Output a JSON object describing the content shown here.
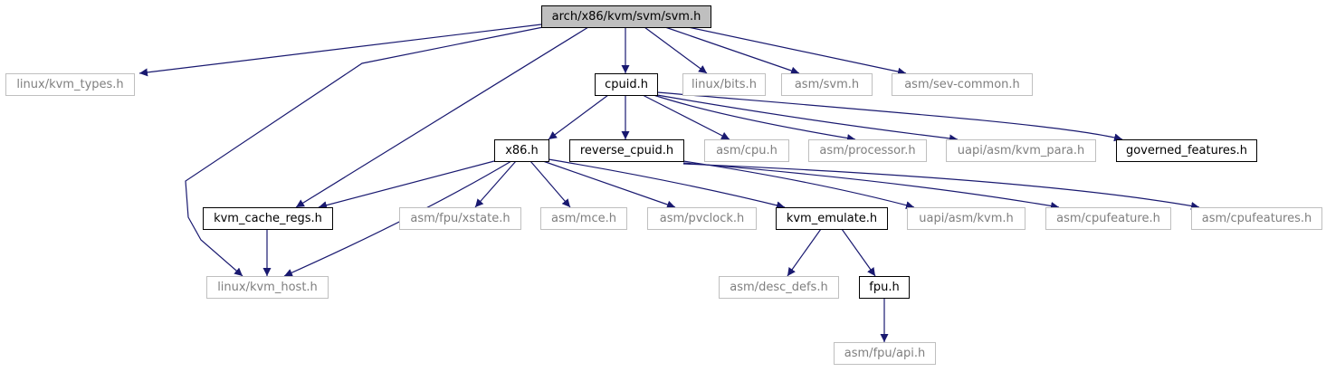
{
  "colors": {
    "edge": "#191970",
    "root_fill": "#bfbfbf",
    "documented_border": "#000000",
    "external_border": "#bfbfbf",
    "external_text": "#7f7f7f"
  },
  "nodes": [
    {
      "id": "svm_h",
      "label": "arch/x86/kvm/svm/svm.h",
      "kind": "root"
    },
    {
      "id": "linux_kvm_types_h",
      "label": "linux/kvm_types.h",
      "kind": "external"
    },
    {
      "id": "cpuid_h",
      "label": "cpuid.h",
      "kind": "documented"
    },
    {
      "id": "linux_bits_h",
      "label": "linux/bits.h",
      "kind": "external"
    },
    {
      "id": "asm_svm_h",
      "label": "asm/svm.h",
      "kind": "external"
    },
    {
      "id": "asm_sev_common_h",
      "label": "asm/sev-common.h",
      "kind": "external"
    },
    {
      "id": "x86_h",
      "label": "x86.h",
      "kind": "documented"
    },
    {
      "id": "reverse_cpuid_h",
      "label": "reverse_cpuid.h",
      "kind": "documented"
    },
    {
      "id": "asm_cpu_h",
      "label": "asm/cpu.h",
      "kind": "external"
    },
    {
      "id": "asm_processor_h",
      "label": "asm/processor.h",
      "kind": "external"
    },
    {
      "id": "uapi_asm_kvm_para_h",
      "label": "uapi/asm/kvm_para.h",
      "kind": "external"
    },
    {
      "id": "governed_features_h",
      "label": "governed_features.h",
      "kind": "documented"
    },
    {
      "id": "kvm_cache_regs_h",
      "label": "kvm_cache_regs.h",
      "kind": "documented"
    },
    {
      "id": "asm_fpu_xstate_h",
      "label": "asm/fpu/xstate.h",
      "kind": "external"
    },
    {
      "id": "asm_mce_h",
      "label": "asm/mce.h",
      "kind": "external"
    },
    {
      "id": "asm_pvclock_h",
      "label": "asm/pvclock.h",
      "kind": "external"
    },
    {
      "id": "kvm_emulate_h",
      "label": "kvm_emulate.h",
      "kind": "documented"
    },
    {
      "id": "uapi_asm_kvm_h",
      "label": "uapi/asm/kvm.h",
      "kind": "external"
    },
    {
      "id": "asm_cpufeature_h",
      "label": "asm/cpufeature.h",
      "kind": "external"
    },
    {
      "id": "asm_cpufeatures_h",
      "label": "asm/cpufeatures.h",
      "kind": "external"
    },
    {
      "id": "linux_kvm_host_h",
      "label": "linux/kvm_host.h",
      "kind": "external"
    },
    {
      "id": "asm_desc_defs_h",
      "label": "asm/desc_defs.h",
      "kind": "external"
    },
    {
      "id": "fpu_h",
      "label": "fpu.h",
      "kind": "documented"
    },
    {
      "id": "asm_fpu_api_h",
      "label": "asm/fpu/api.h",
      "kind": "external"
    }
  ],
  "edges": [
    {
      "from": "svm_h",
      "to": "linux_kvm_types_h"
    },
    {
      "from": "svm_h",
      "to": "linux_kvm_host_h"
    },
    {
      "from": "svm_h",
      "to": "kvm_cache_regs_h"
    },
    {
      "from": "svm_h",
      "to": "cpuid_h"
    },
    {
      "from": "svm_h",
      "to": "linux_bits_h"
    },
    {
      "from": "svm_h",
      "to": "asm_svm_h"
    },
    {
      "from": "svm_h",
      "to": "asm_sev_common_h"
    },
    {
      "from": "cpuid_h",
      "to": "x86_h"
    },
    {
      "from": "cpuid_h",
      "to": "reverse_cpuid_h"
    },
    {
      "from": "cpuid_h",
      "to": "asm_cpu_h"
    },
    {
      "from": "cpuid_h",
      "to": "asm_processor_h"
    },
    {
      "from": "cpuid_h",
      "to": "uapi_asm_kvm_para_h"
    },
    {
      "from": "cpuid_h",
      "to": "governed_features_h"
    },
    {
      "from": "x86_h",
      "to": "kvm_cache_regs_h"
    },
    {
      "from": "x86_h",
      "to": "linux_kvm_host_h"
    },
    {
      "from": "x86_h",
      "to": "asm_fpu_xstate_h"
    },
    {
      "from": "x86_h",
      "to": "asm_mce_h"
    },
    {
      "from": "x86_h",
      "to": "asm_pvclock_h"
    },
    {
      "from": "x86_h",
      "to": "kvm_emulate_h"
    },
    {
      "from": "reverse_cpuid_h",
      "to": "uapi_asm_kvm_h"
    },
    {
      "from": "reverse_cpuid_h",
      "to": "asm_cpufeature_h"
    },
    {
      "from": "reverse_cpuid_h",
      "to": "asm_cpufeatures_h"
    },
    {
      "from": "kvm_cache_regs_h",
      "to": "linux_kvm_host_h"
    },
    {
      "from": "kvm_emulate_h",
      "to": "asm_desc_defs_h"
    },
    {
      "from": "kvm_emulate_h",
      "to": "fpu_h"
    },
    {
      "from": "fpu_h",
      "to": "asm_fpu_api_h"
    }
  ]
}
